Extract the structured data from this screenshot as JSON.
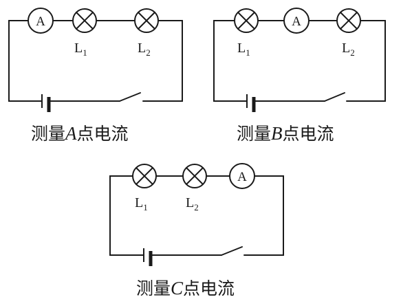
{
  "circuits": [
    {
      "caption_prefix": "测量",
      "caption_point": "A",
      "caption_suffix": "点电流",
      "meter_letter": "A",
      "lamp1": {
        "letter": "L",
        "subscript": "1"
      },
      "lamp2": {
        "letter": "L",
        "subscript": "2"
      }
    },
    {
      "caption_prefix": "测量",
      "caption_point": "B",
      "caption_suffix": "点电流",
      "meter_letter": "A",
      "lamp1": {
        "letter": "L",
        "subscript": "1"
      },
      "lamp2": {
        "letter": "L",
        "subscript": "2"
      }
    },
    {
      "caption_prefix": "测量",
      "caption_point": "C",
      "caption_suffix": "点电流",
      "meter_letter": "A",
      "lamp1": {
        "letter": "L",
        "subscript": "1"
      },
      "lamp2": {
        "letter": "L",
        "subscript": "2"
      }
    }
  ]
}
